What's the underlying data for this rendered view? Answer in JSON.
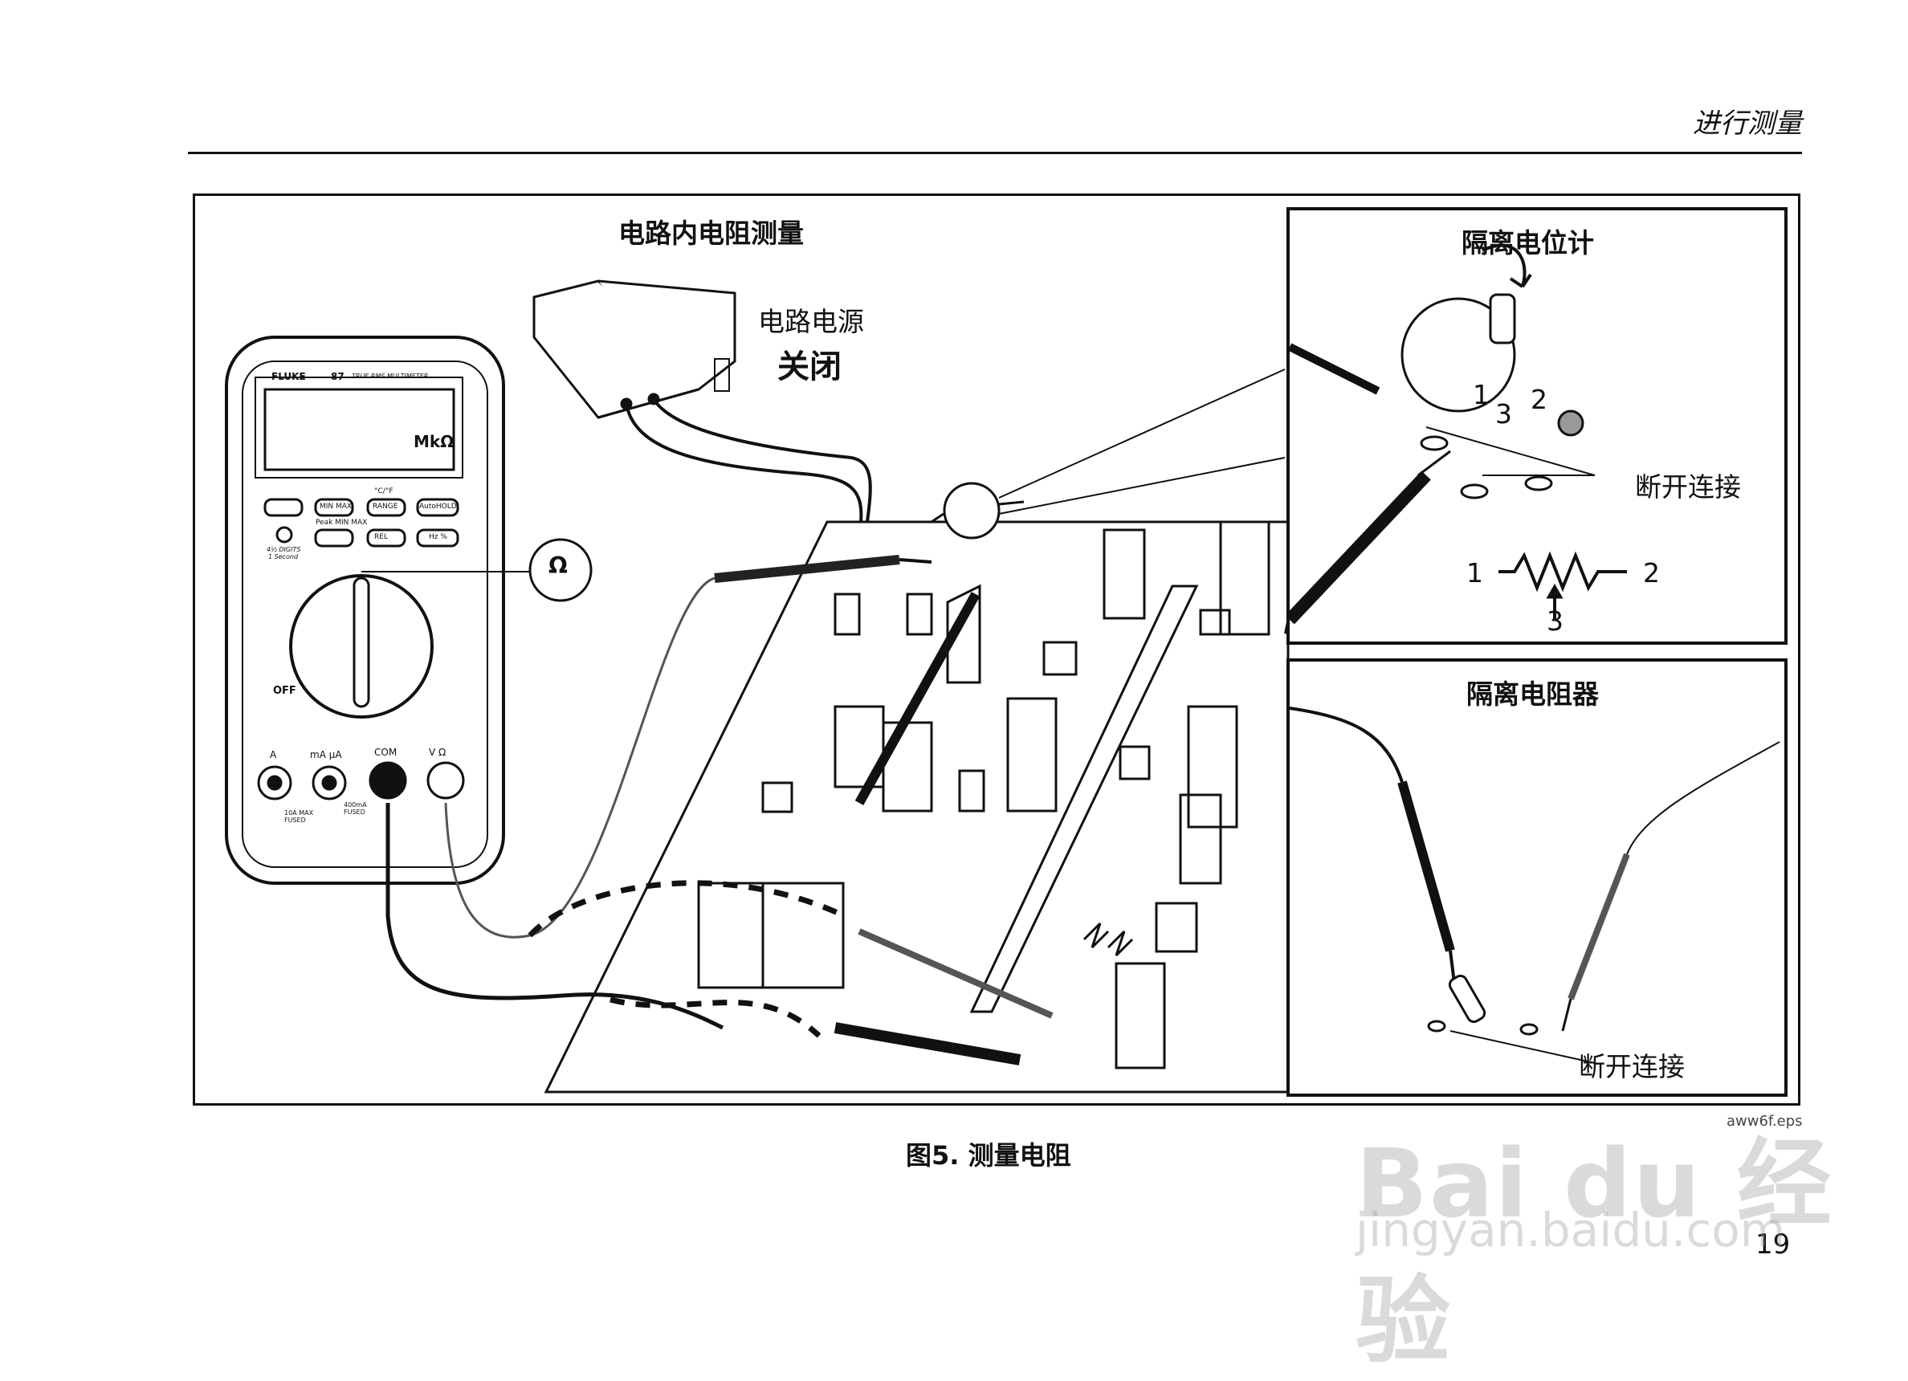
{
  "header": {
    "section_title": "进行测量"
  },
  "figure": {
    "main_title": "电路内电阻测量",
    "power_label_1": "电路电源",
    "power_label_2": "关闭",
    "inset_top": {
      "title": "隔离电位计",
      "disconnect_label": "断开连接",
      "pin_1": "1",
      "pin_3": "3",
      "pin_2": "2",
      "schem_1": "1",
      "schem_2": "2",
      "schem_3": "3"
    },
    "inset_bottom": {
      "title": "隔离电阻器",
      "disconnect_label": "断开连接"
    },
    "meter": {
      "brand": "FLUKE",
      "model": "87",
      "subtitle": "TRUE RMS MULTIMETER",
      "display_unit": "MkΩ",
      "buttons": [
        "MIN MAX",
        "RANGE",
        "AutoHOLD",
        "REL",
        "Hz %"
      ],
      "temp_label": "°C/°F",
      "peak_label": "Peak MIN MAX",
      "digits_label": "4½ DIGITS",
      "second_label": "1 Second",
      "off_label": "OFF",
      "jack_labels": [
        "A",
        "mA µA",
        "COM",
        "V Ω"
      ],
      "fuse_1": "10A MAX FUSED",
      "fuse_2": "400mA FUSED"
    },
    "callout_symbol": "Ω"
  },
  "caption": "图5. 测量电阻",
  "file_name": "aww6f.eps",
  "page_number": "19",
  "watermark": {
    "line1": "Bai du 经验",
    "line2": "jingyan.baidu.com"
  }
}
